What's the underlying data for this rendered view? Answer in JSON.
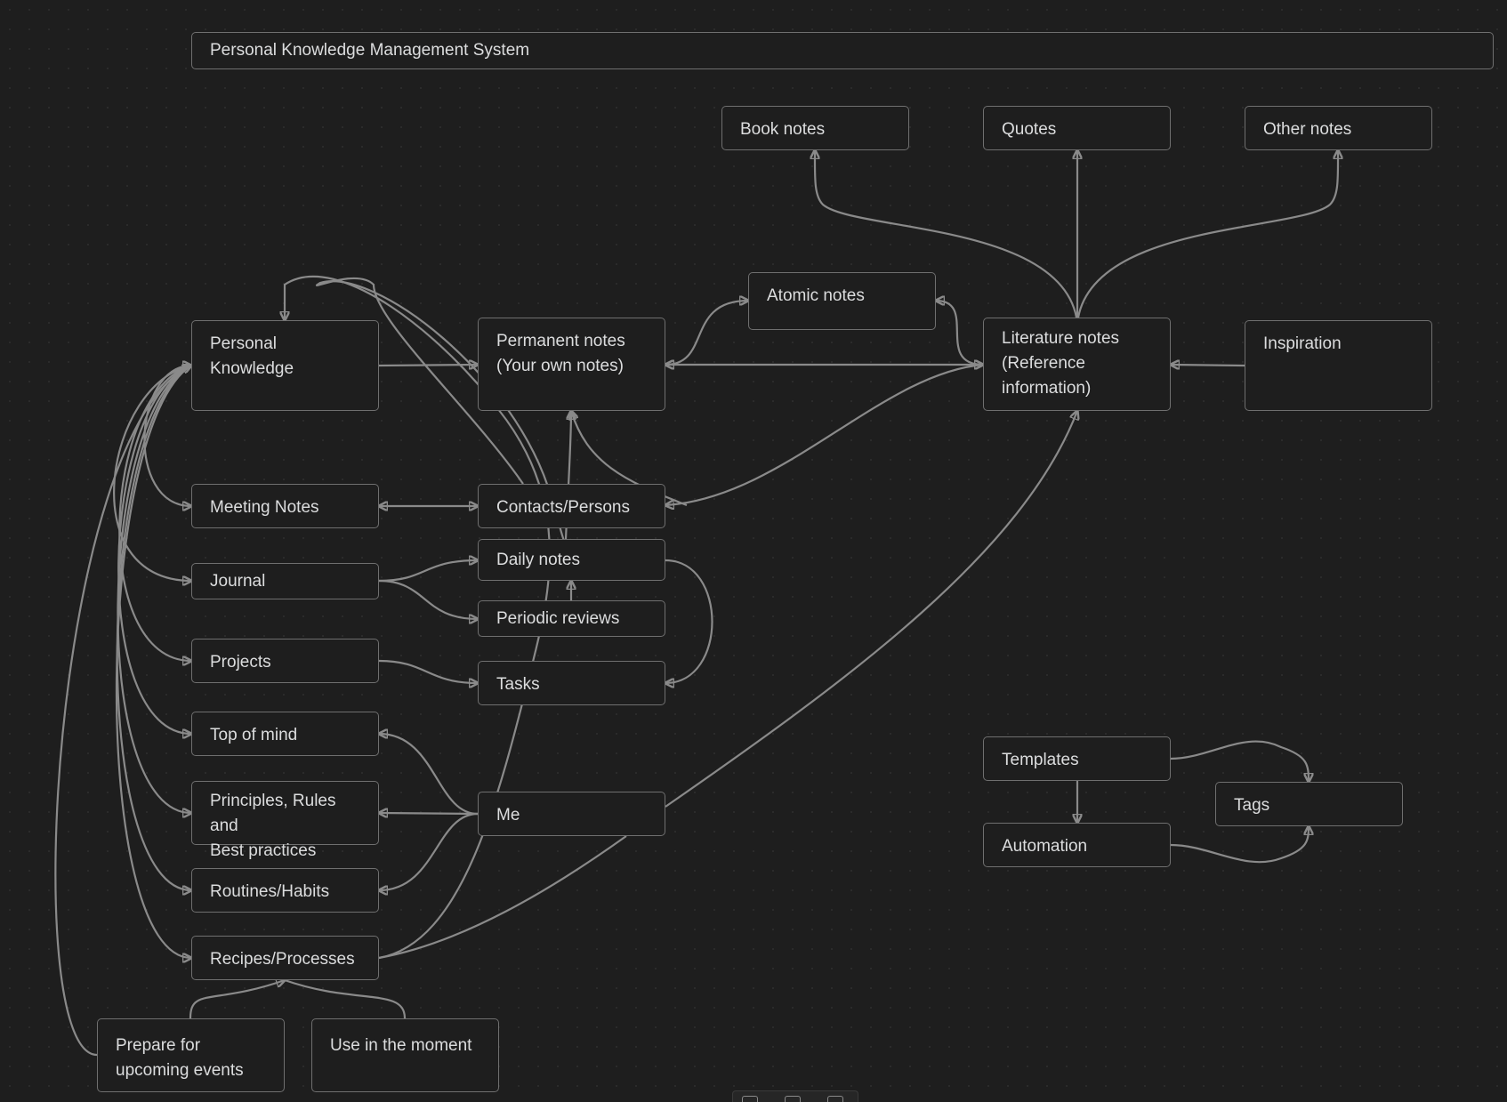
{
  "canvas": {
    "title": "Personal Knowledge Management System"
  },
  "nodes": {
    "book_notes": "Book notes",
    "quotes": "Quotes",
    "other_notes": "Other notes",
    "atomic_notes": "Atomic notes",
    "personal_knowledge": "Personal Knowledge",
    "permanent_notes": "Permanent notes\n(Your own notes)",
    "literature_notes": "Literature notes\n(Reference\ninformation)",
    "inspiration": "Inspiration",
    "meeting_notes": "Meeting Notes",
    "contacts_persons": "Contacts/Persons",
    "journal": "Journal",
    "daily_notes": "Daily notes",
    "periodic_reviews": "Periodic reviews",
    "projects": "Projects",
    "tasks": "Tasks",
    "top_of_mind": "Top of mind",
    "templates": "Templates",
    "principles": "Principles, Rules and\nBest practices",
    "me": "Me",
    "tags": "Tags",
    "automation": "Automation",
    "routines_habits": "Routines/Habits",
    "recipes_processes": "Recipes/Processes",
    "prepare_events": "Prepare for\nupcoming events",
    "use_in_moment": "Use in the moment"
  },
  "colors": {
    "background": "#1e1e1e",
    "node_border": "#6f6f6f",
    "edge": "#8a8a8a",
    "text": "#dcddde"
  },
  "toolbar": {
    "icons": [
      "new-note-icon",
      "new-file-icon",
      "new-media-icon"
    ]
  }
}
